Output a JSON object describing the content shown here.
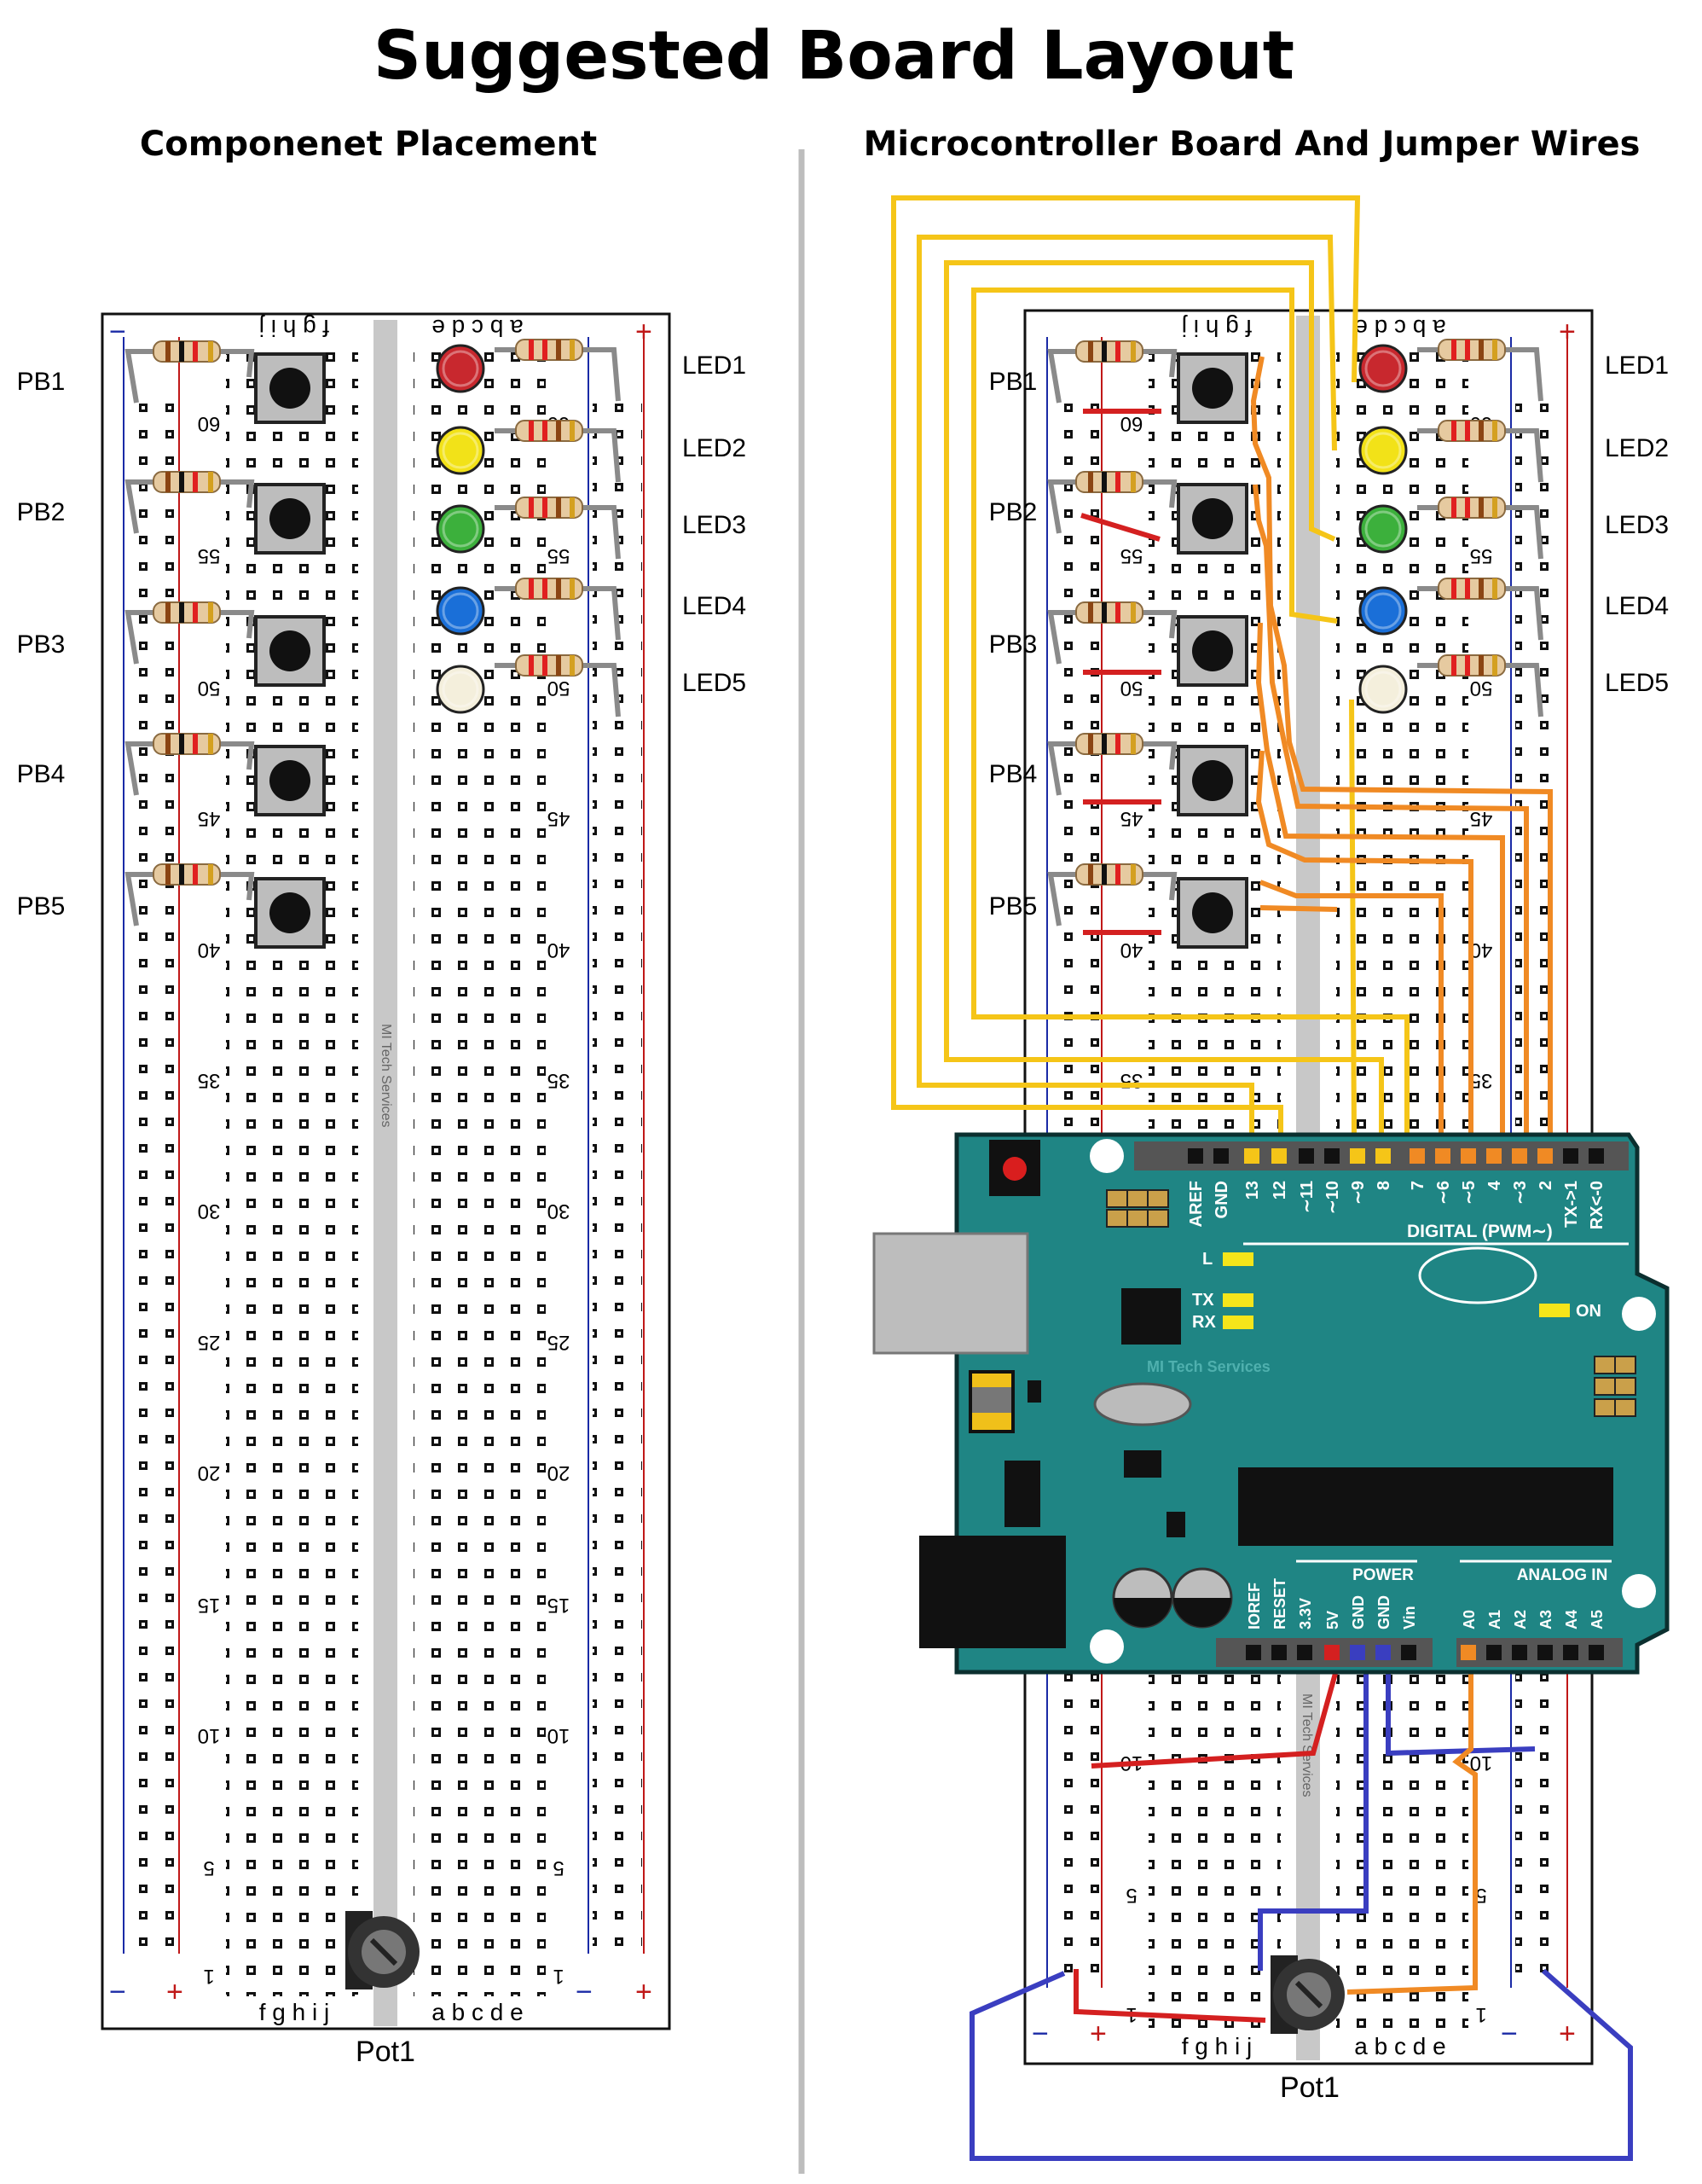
{
  "title": "Suggested Board Layout",
  "left_panel": {
    "heading": "Componenet Placement",
    "button_labels": [
      "PB1",
      "PB2",
      "PB3",
      "PB4",
      "PB5"
    ],
    "led_labels": [
      "LED1",
      "LED2",
      "LED3",
      "LED4",
      "LED5"
    ],
    "pot_label": "Pot1",
    "breadboard_brand": "MI Tech Services",
    "row_numbers": [
      "60",
      "55",
      "50",
      "45",
      "40",
      "35",
      "30",
      "25",
      "20",
      "15",
      "10",
      "5",
      "1"
    ],
    "column_letters_left": "f g h i j",
    "column_letters_right": "a b c d e",
    "rail_minus": "−",
    "rail_plus": "+"
  },
  "right_panel": {
    "heading": "Microcontroller Board And Jumper Wires",
    "button_labels": [
      "PB1",
      "PB2",
      "PB3",
      "PB4",
      "PB5"
    ],
    "led_labels": [
      "LED1",
      "LED2",
      "LED3",
      "LED4",
      "LED5"
    ],
    "pot_label": "Pot1",
    "breadboard_brand": "MI Tech Services",
    "row_numbers": [
      "60",
      "55",
      "50",
      "45",
      "40",
      "35",
      "10",
      "5",
      "1"
    ],
    "arduino": {
      "brand": "MI Tech Services",
      "digital_header": "DIGITAL (PWM∼)",
      "digital_pins": [
        "AREF",
        "GND",
        "13",
        "12",
        "∼11",
        "∼10",
        "∼9",
        "8",
        "7",
        "∼6",
        "∼5",
        "4",
        "∼3",
        "2",
        "TX->1",
        "RX<-0"
      ],
      "power_header": "POWER",
      "power_pins": [
        "IOREF",
        "RESET",
        "3.3V",
        "5V",
        "GND",
        "GND",
        "Vin"
      ],
      "analog_header": "ANALOG IN",
      "analog_pins": [
        "A0",
        "A1",
        "A2",
        "A3",
        "A4",
        "A5"
      ],
      "led_labels": [
        "L",
        "TX",
        "RX",
        "ON"
      ]
    }
  },
  "colors": {
    "board_teal": "#1f8584",
    "wire_yellow": "#f5c518",
    "wire_orange": "#f08a24",
    "wire_red": "#d42020",
    "wire_blue": "#3a3ec0",
    "led1": "#c8282e",
    "led2": "#f2e218",
    "led3": "#3cb03c",
    "led4": "#1a6fd8",
    "led5": "#f4efdc"
  }
}
